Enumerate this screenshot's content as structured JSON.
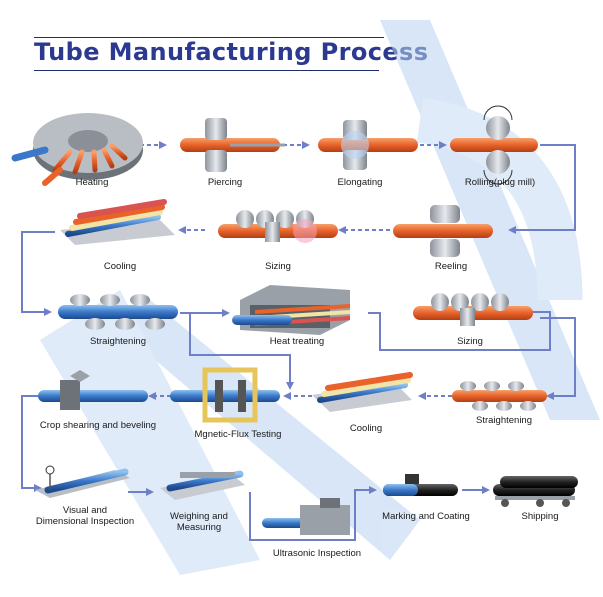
{
  "title": "Tube Manufacturing Process",
  "colors": {
    "flow": "#6f7fc7",
    "hot_tube": "#e8622a",
    "cold_tube": "#3a78c9",
    "watermark": "#b9d3f2",
    "title": "#2b3990"
  },
  "steps": {
    "heating": "Heating",
    "piercing": "Piercing",
    "elongating": "Elongating",
    "rolling": "Rolling(plug mill)",
    "reeling": "Reeling",
    "sizing_1": "Sizing",
    "cooling_1": "Cooling",
    "straightening_1": "Straightening",
    "heat_treating": "Heat treating",
    "sizing_2": "Sizing",
    "straightening_2": "Straightening",
    "cooling_2": "Cooling",
    "mflux": "Mgnetic-Flux Testing",
    "crop": "Crop shearing and beveling",
    "visual_1": "Visual and",
    "visual_2": "Dimensional Inspection",
    "weigh_1": "Weighing and",
    "weigh_2": "Measuring",
    "ultrasonic": "Ultrasonic Inspection",
    "marking": "Marking and Coating",
    "shipping": "Shipping"
  }
}
